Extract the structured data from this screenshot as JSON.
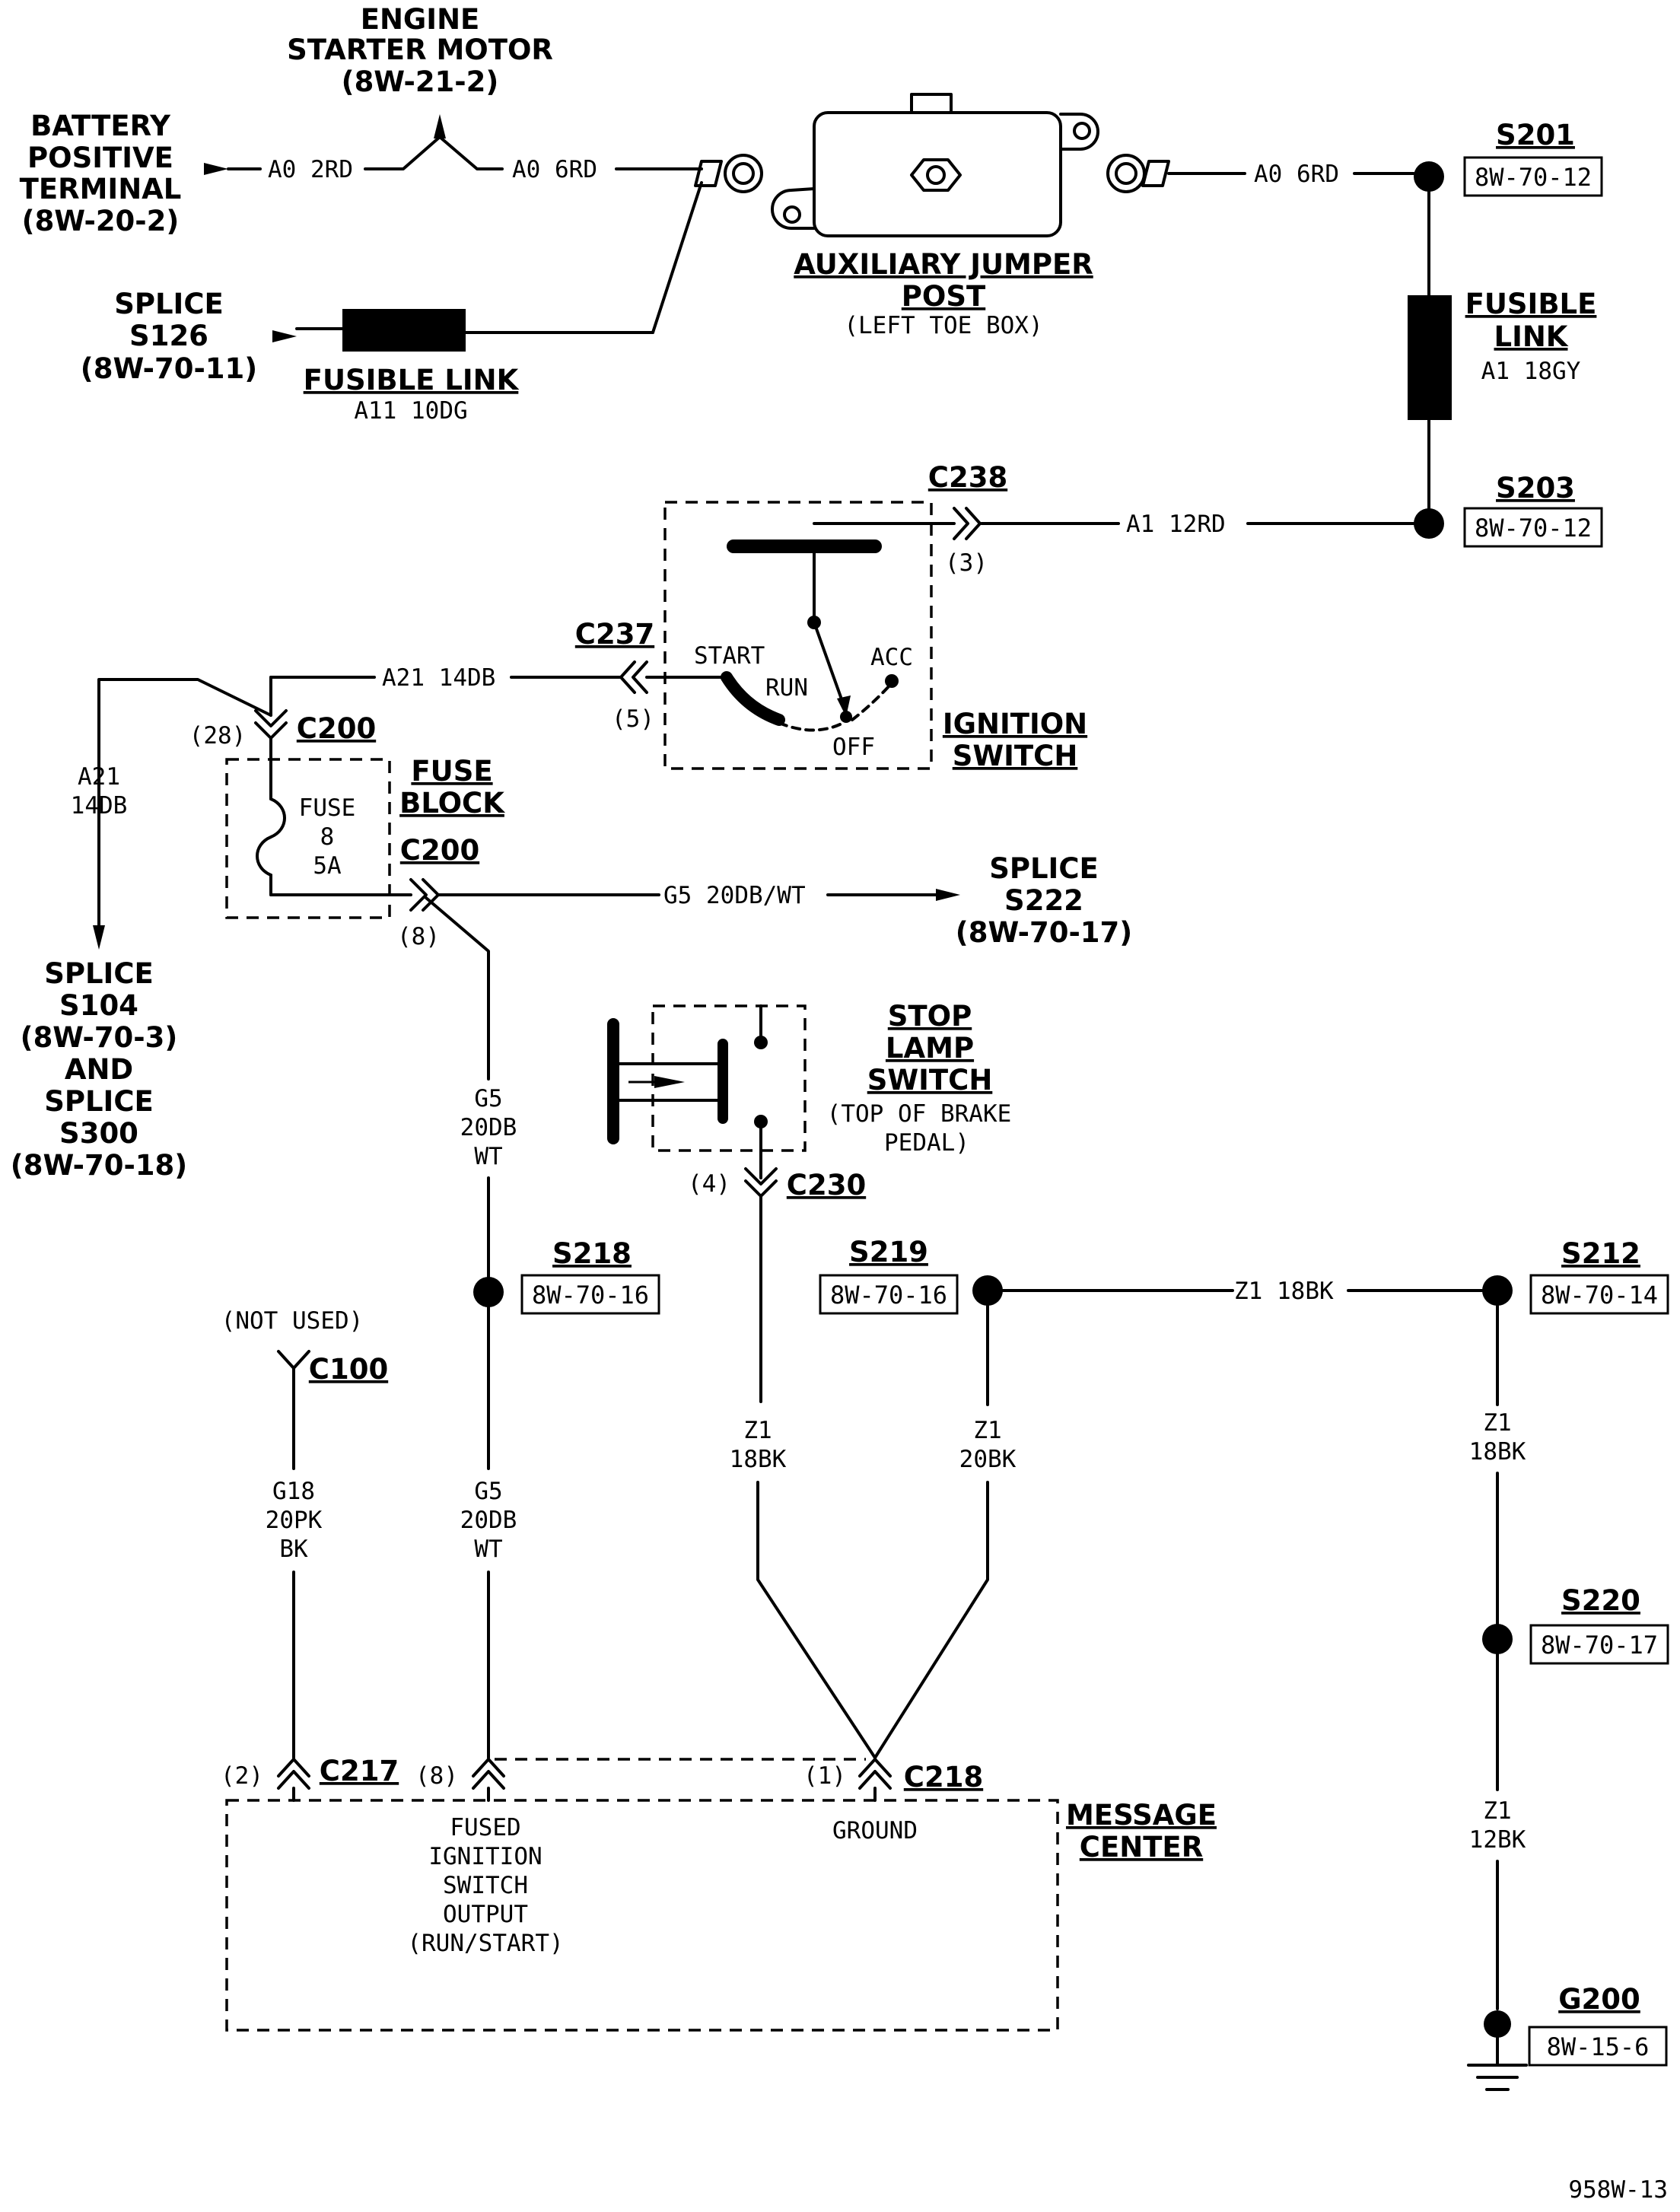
{
  "diagram_id": "958W-13",
  "battery": {
    "l1": "BATTERY",
    "l2": "POSITIVE",
    "l3": "TERMINAL",
    "ref": "(8W-20-2)"
  },
  "starter": {
    "l1": "ENGINE",
    "l2": "STARTER MOTOR",
    "ref": "(8W-21-2)"
  },
  "splice_s126": {
    "l1": "SPLICE",
    "l2": "S126",
    "ref": "(8W-70-11)"
  },
  "fusible_link_left": {
    "title": "FUSIBLE LINK",
    "wire": "A11 10DG"
  },
  "jumper": {
    "l1": "AUXILIARY JUMPER",
    "l2": "POST",
    "note": "(LEFT TOE BOX)"
  },
  "fusible_link_right": {
    "l1": "FUSIBLE",
    "l2": "LINK",
    "wire": "A1 18GY"
  },
  "wires": {
    "a0_2rd": "A0 2RD",
    "a0_6rd_left": "A0 6RD",
    "a0_6rd_right": "A0 6RD",
    "a1_12rd": "A1 12RD",
    "a21_14db": "A21 14DB",
    "a21_v1": "A21",
    "a21_v2": "14DB",
    "g5_20dbwt": "G5 20DB/WT",
    "g5_1": "G5",
    "g5_2": "20DB",
    "g5_3": "WT",
    "g5b_1": "G5",
    "g5b_2": "20DB",
    "g5b_3": "WT",
    "g18_1": "G18",
    "g18_2": "20PK",
    "g18_3": "BK",
    "z1a_1": "Z1",
    "z1a_2": "18BK",
    "z1b_1": "Z1",
    "z1b_2": "20BK",
    "z1c_1": "Z1",
    "z1c_2": "18BK",
    "z1d_1": "Z1",
    "z1d_2": "12BK",
    "z1_18bk_h": "Z1 18BK"
  },
  "splices": {
    "s201": {
      "name": "S201",
      "ref": "8W-70-12"
    },
    "s203": {
      "name": "S203",
      "ref": "8W-70-12"
    },
    "s218": {
      "name": "S218",
      "ref": "8W-70-16"
    },
    "s219": {
      "name": "S219",
      "ref": "8W-70-16"
    },
    "s212": {
      "name": "S212",
      "ref": "8W-70-14"
    },
    "s220": {
      "name": "S220",
      "ref": "8W-70-17"
    },
    "g200": {
      "name": "G200",
      "ref": "8W-15-6"
    }
  },
  "connectors": {
    "c238": "C238",
    "c238_pin": "(3)",
    "c237": "C237",
    "c237_pin": "(5)",
    "c200_top": "C200",
    "c200_top_pin": "(28)",
    "c200_bot": "C200",
    "c200_bot_pin": "(8)",
    "c230": "C230",
    "c230_pin": "(4)",
    "c100": "C100",
    "c100_note": "(NOT USED)",
    "c217": "C217",
    "c217_pin2": "(2)",
    "c217_pin8": "(8)",
    "c218": "C218",
    "c218_pin": "(1)"
  },
  "ignition": {
    "start": "START",
    "run": "RUN",
    "acc": "ACC",
    "off": "OFF",
    "title1": "IGNITION",
    "title2": "SWITCH"
  },
  "fuse_block": {
    "title1": "FUSE",
    "title2": "BLOCK",
    "fuse_l1": "FUSE",
    "fuse_l2": "8",
    "fuse_l3": "5A"
  },
  "splice_s222": {
    "l1": "SPLICE",
    "l2": "S222",
    "ref": "(8W-70-17)"
  },
  "splice_s104": {
    "l1": "SPLICE",
    "l2": "S104",
    "ref1": "(8W-70-3)",
    "and": "AND",
    "l4": "SPLICE",
    "l5": "S300",
    "ref2": "(8W-70-18)"
  },
  "stop_lamp": {
    "l1": "STOP",
    "l2": "LAMP",
    "l3": "SWITCH",
    "note1": "(TOP OF BRAKE",
    "note2": "PEDAL)"
  },
  "message_center": {
    "title1": "MESSAGE",
    "title2": "CENTER",
    "f1": "FUSED",
    "f2": "IGNITION",
    "f3": "SWITCH",
    "f4": "OUTPUT",
    "f5": "(RUN/START)",
    "ground": "GROUND"
  }
}
